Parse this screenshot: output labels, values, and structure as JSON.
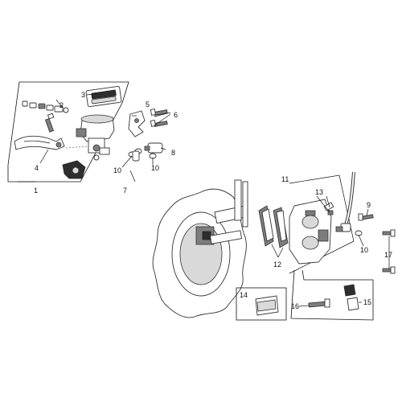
{
  "callouts": {
    "c1": "1",
    "c2": "2",
    "c3": "3",
    "c4": "4",
    "c5": "5",
    "c6": "6",
    "c7": "7",
    "c8": "8",
    "c9": "9",
    "c10a": "10",
    "c10b": "10",
    "c10c": "10",
    "c11": "11",
    "c12": "12",
    "c13": "13",
    "c14": "14",
    "c15": "15",
    "c16": "16",
    "c17": "17"
  },
  "colors": {
    "line": "#333333",
    "fill_dark": "#2e2e2e",
    "fill_mid": "#7d7d7d",
    "fill_light": "#d9d9d9"
  }
}
